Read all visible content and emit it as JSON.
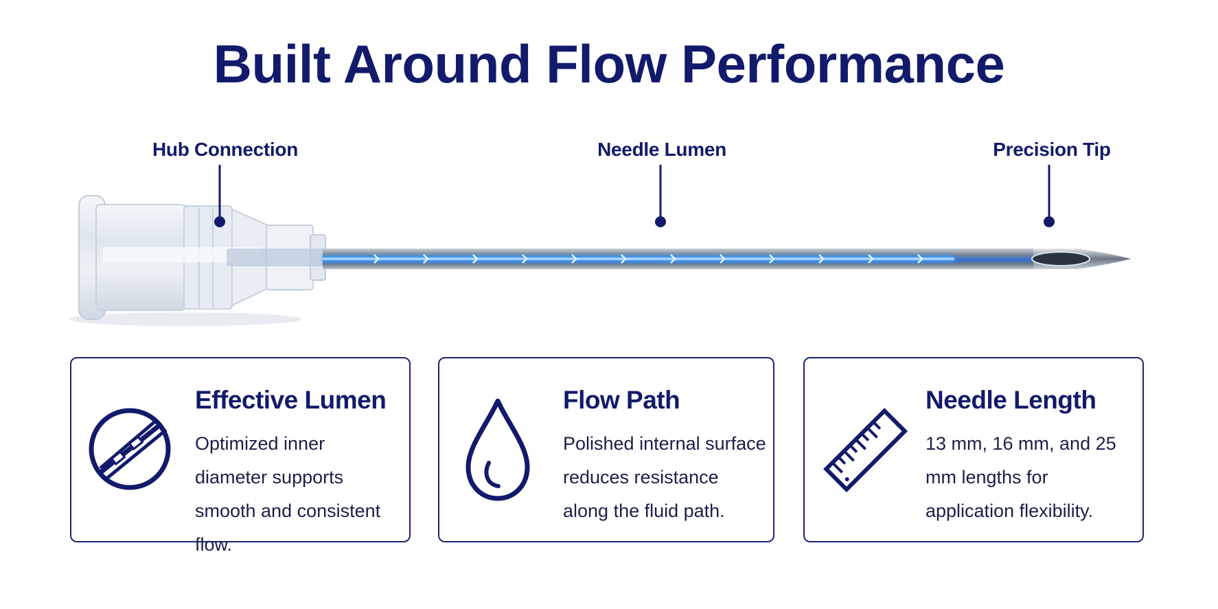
{
  "title": "Built Around Flow Performance",
  "callouts": {
    "hub": "Hub Connection",
    "lumen": "Needle Lumen",
    "tip": "Precision Tip"
  },
  "cards": [
    {
      "title": "Effective Lumen",
      "body": "Optimized inner diameter supports smooth and consistent flow.",
      "icon": "lumen-cross-section-icon"
    },
    {
      "title": "Flow Path",
      "body": "Polished internal surface reduces resistance along the fluid path.",
      "icon": "droplet-icon"
    },
    {
      "title": "Needle Length",
      "body": "13 mm, 16 mm, and 25 mm lengths for application flexibility.",
      "icon": "ruler-icon"
    }
  ],
  "colors": {
    "navy": "#121a6b",
    "flow_blue": "#2f8cff",
    "steel": "#9aa3ad"
  }
}
